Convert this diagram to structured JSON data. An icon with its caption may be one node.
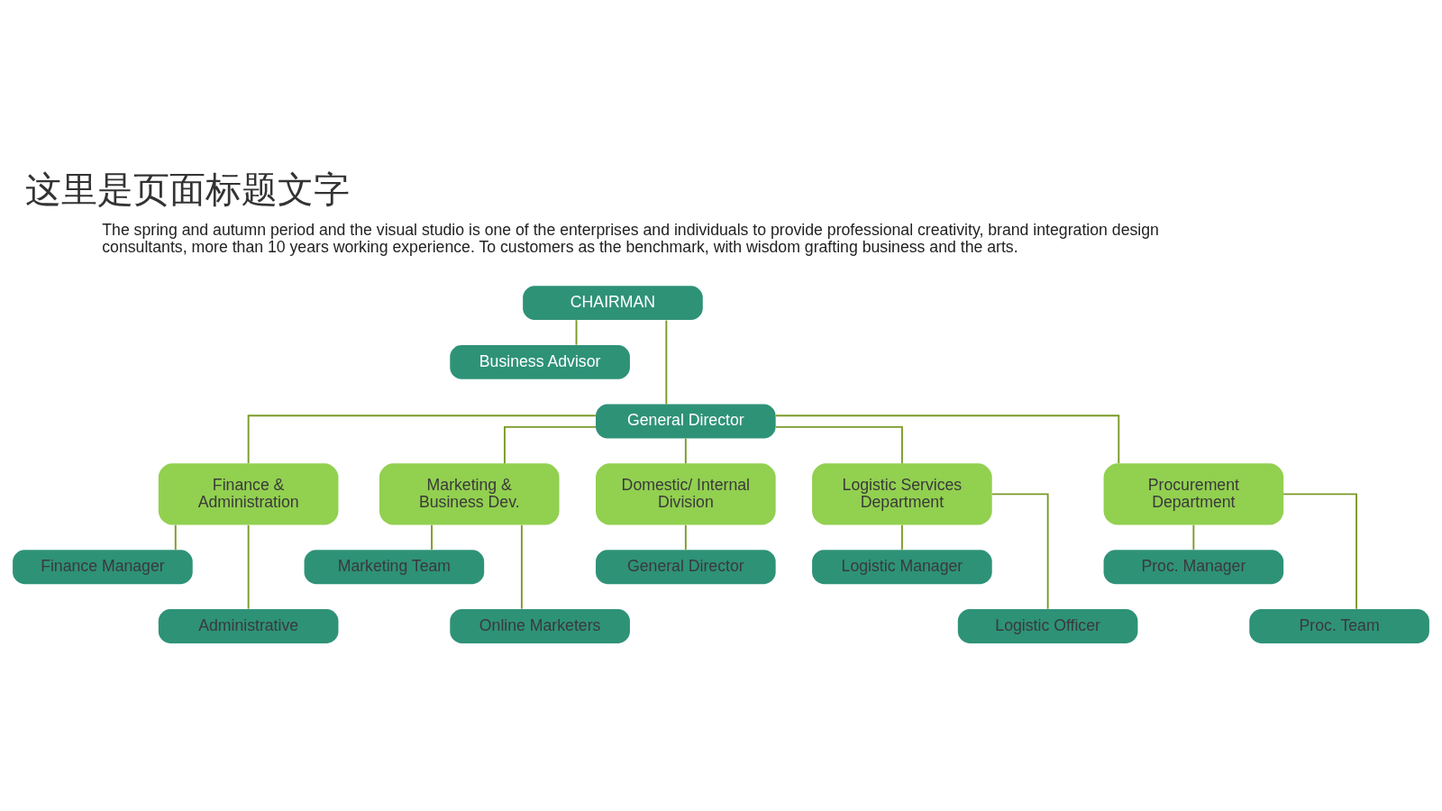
{
  "diagram": {
    "title": "这里是页面标题文字",
    "nodes": [
      {
        "text": [
          "CHAIRMAN"
        ]
      },
      {
        "text": [
          "Business Advisor"
        ]
      },
      {
        "text": [
          "General Director"
        ]
      },
      {
        "text": [
          "Finance & Administration"
        ]
      },
      {
        "text": [
          "Marketing & Business Dev."
        ]
      },
      {
        "text": [
          "Domestic/ Internal Division"
        ]
      },
      {
        "text": [
          "Logistic Services Department"
        ]
      },
      {
        "text": [
          "Procurement Department"
        ]
      },
      {
        "text": [
          "Finance Manager"
        ]
      },
      {
        "text": [
          "Marketing Team"
        ]
      },
      {
        "text": [
          "General Director"
        ]
      },
      {
        "text": [
          "Logistic Manager"
        ]
      },
      {
        "text": [
          "Proc. Manager"
        ]
      },
      {
        "text": [
          "Administrative"
        ]
      },
      {
        "text": [
          "Online Marketers"
        ]
      },
      {
        "text": [
          "Logistic Officer"
        ]
      },
      {
        "text": [
          "Proc. Team"
        ]
      }
    ],
    "edges": [
      {
        "from": 0,
        "to": 1,
        "arrow": "none"
      },
      {
        "from": 0,
        "to": 2,
        "arrow": "none"
      },
      {
        "from": 2,
        "to": 3,
        "arrow": "none"
      },
      {
        "from": 2,
        "to": 4,
        "arrow": "none"
      },
      {
        "from": 2,
        "to": 5,
        "arrow": "none"
      },
      {
        "from": 2,
        "to": 6,
        "arrow": "none"
      },
      {
        "from": 2,
        "to": 7,
        "arrow": "none"
      },
      {
        "from": 3,
        "to": 8,
        "arrow": "none"
      },
      {
        "from": 3,
        "to": 13,
        "arrow": "none"
      },
      {
        "from": 4,
        "to": 9,
        "arrow": "none"
      },
      {
        "from": 4,
        "to": 14,
        "arrow": "none"
      },
      {
        "from": 5,
        "to": 10,
        "arrow": "none"
      },
      {
        "from": 6,
        "to": 11,
        "arrow": "none"
      },
      {
        "from": 6,
        "to": 15,
        "arrow": "none"
      },
      {
        "from": 7,
        "to": 12,
        "arrow": "none"
      },
      {
        "from": 7,
        "to": 16,
        "arrow": "none"
      }
    ],
    "labels": [
      "The spring and autumn period and the visual studio is one of the enterprises and individuals to provide professional creativity, brand integration design consultants, more than 10 years working experience. To customers as the benchmark, with wisdom grafting business and the arts."
    ]
  }
}
